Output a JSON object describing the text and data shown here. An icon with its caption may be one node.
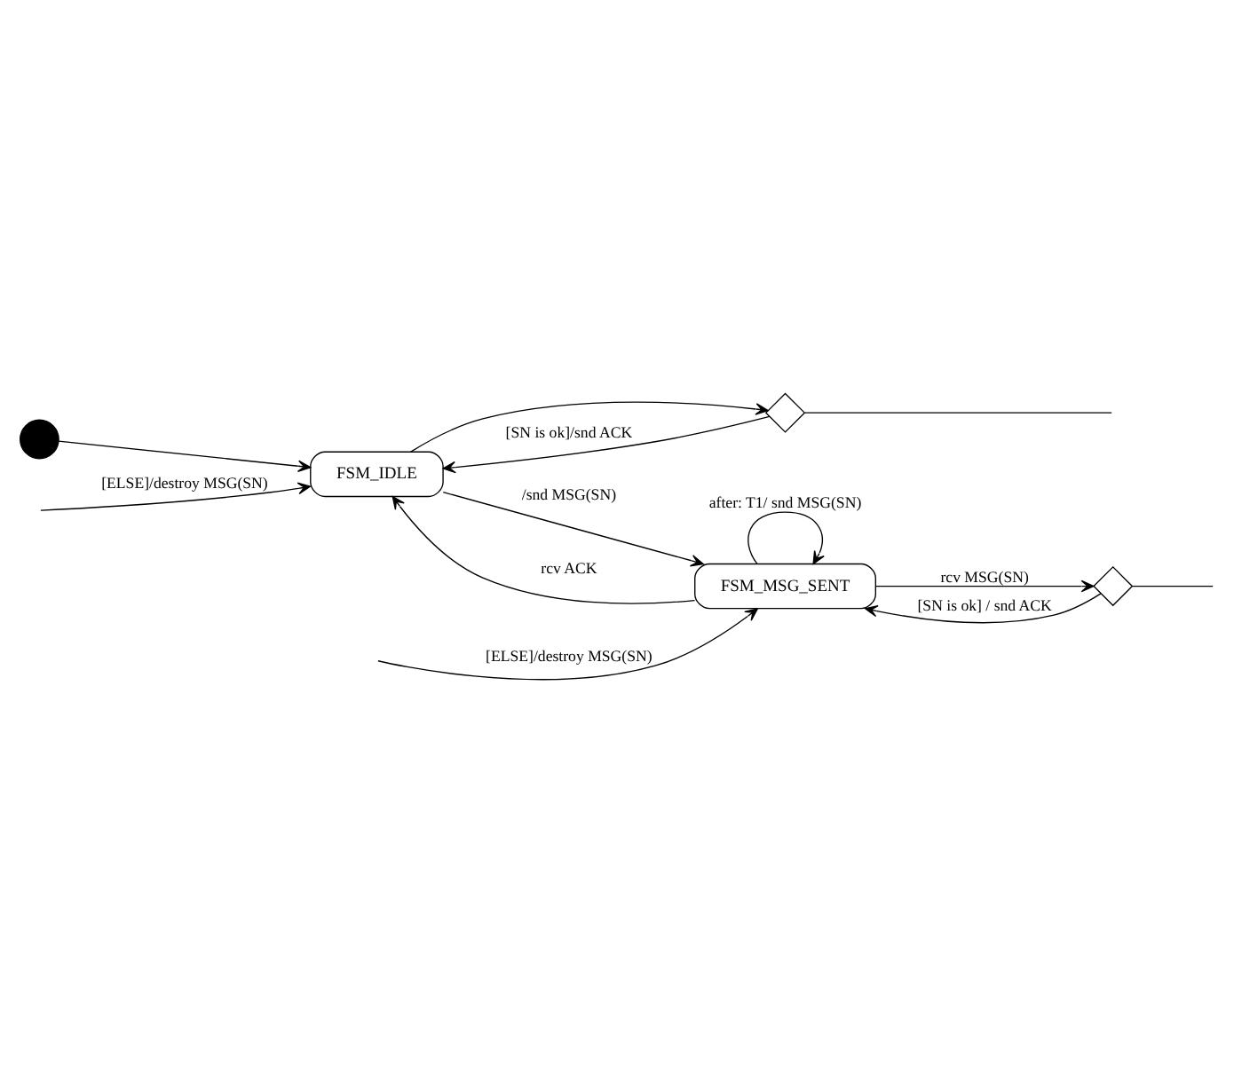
{
  "diagram": {
    "nodes": [
      {
        "text": [],
        "shape": "circle"
      },
      {
        "text": [
          "FSM_IDLE"
        ]
      },
      {
        "text": [],
        "shape": "diamond"
      },
      {
        "text": [
          "FSM_MSG_SENT"
        ]
      },
      {
        "text": [],
        "shape": "diamond"
      }
    ],
    "edges": [
      {
        "from": 0,
        "to": 1,
        "arrow": "to"
      },
      {
        "from": 1,
        "to": 2,
        "arrow": "to"
      },
      {
        "from": 2,
        "to": null,
        "arrow": "none"
      },
      {
        "from": 2,
        "to": 1,
        "arrow": "to",
        "label": "[SN is ok]/snd ACK"
      },
      {
        "from": null,
        "to": 1,
        "arrow": "to",
        "label": "[ELSE]/destroy MSG(SN)"
      },
      {
        "from": 1,
        "to": 3,
        "arrow": "to",
        "label": "/snd MSG(SN)"
      },
      {
        "from": 3,
        "to": 1,
        "arrow": "to",
        "label": "rcv ACK"
      },
      {
        "from": 3,
        "to": 4,
        "arrow": "to",
        "label": "rcv MSG(SN)"
      },
      {
        "from": 4,
        "to": null,
        "arrow": "none"
      },
      {
        "from": 4,
        "to": 3,
        "arrow": "to",
        "label": "[SN is ok] / snd ACK"
      },
      {
        "from": null,
        "to": 3,
        "arrow": "to",
        "label": "[ELSE]/destroy MSG(SN)"
      },
      {
        "from": 3,
        "to": 3,
        "arrow": "to",
        "label": "after: T1/ snd MSG(SN)"
      }
    ]
  }
}
